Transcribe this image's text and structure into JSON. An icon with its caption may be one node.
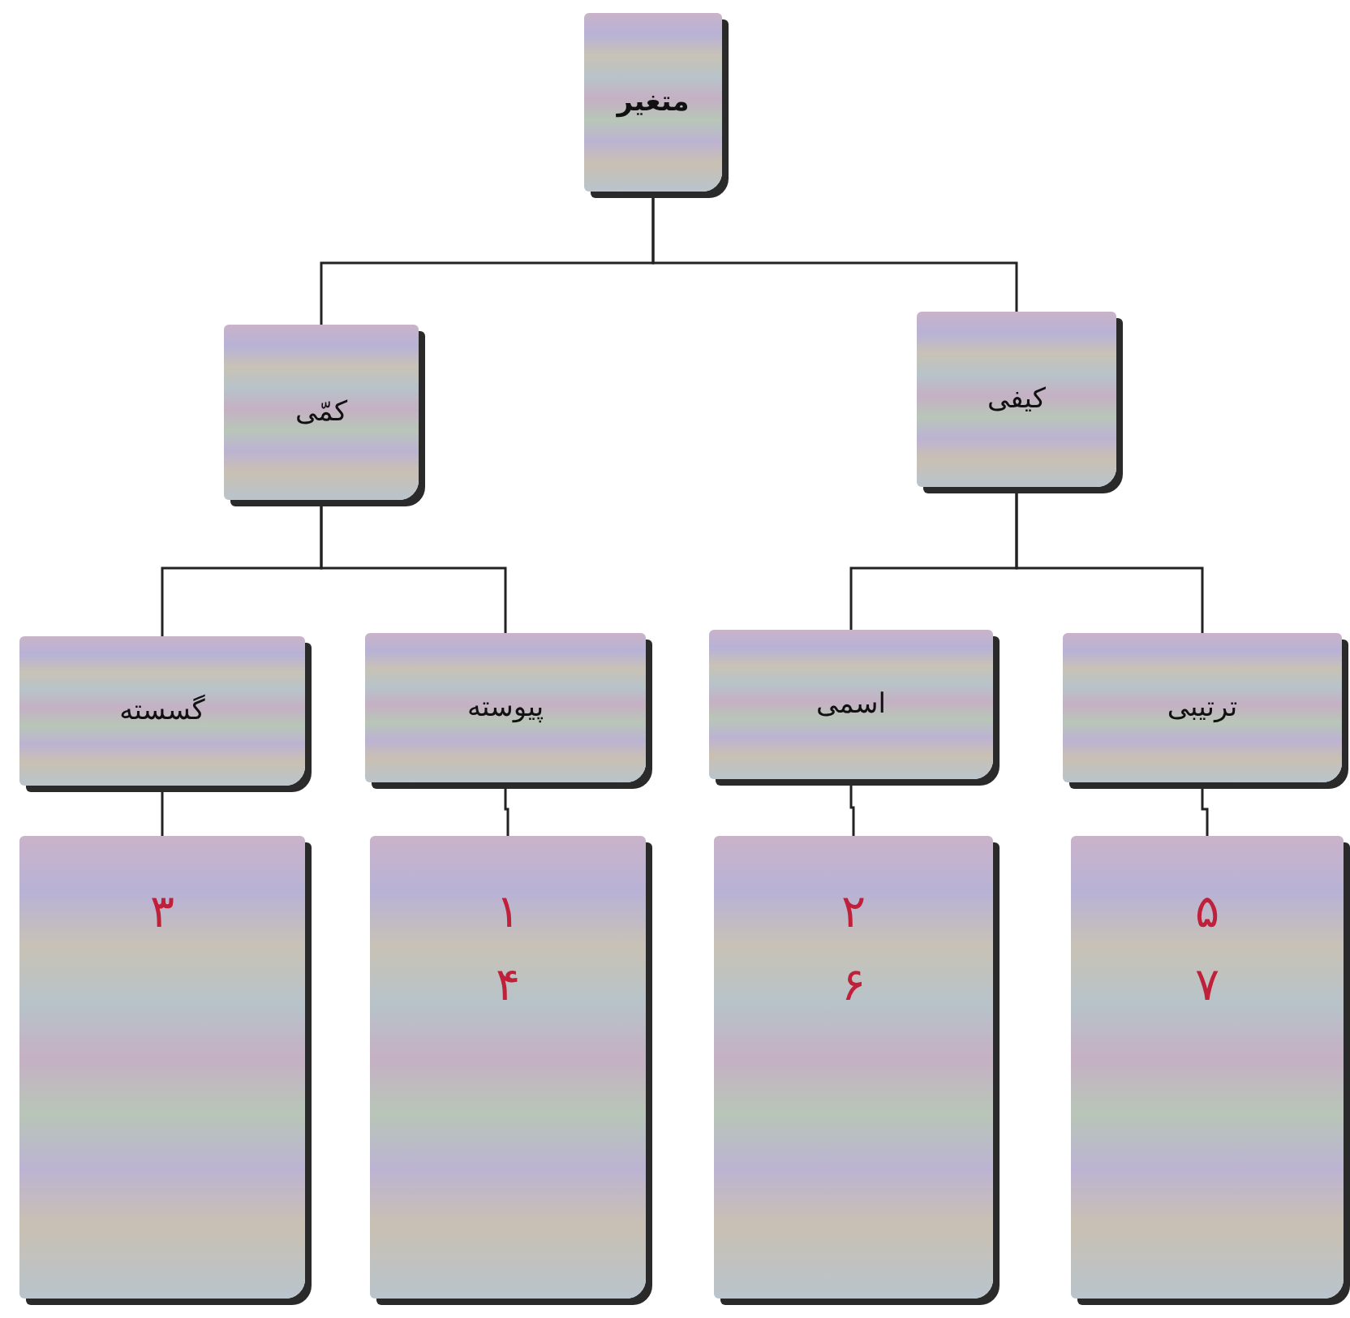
{
  "diagram": {
    "nodes": [
      {
        "text": [
          "متغیر"
        ]
      },
      {
        "text": [
          "کمّی"
        ]
      },
      {
        "text": [
          "کیفی"
        ]
      },
      {
        "text": [
          "گسسته"
        ]
      },
      {
        "text": [
          "پیوسته"
        ]
      },
      {
        "text": [
          "اسمی"
        ]
      },
      {
        "text": [
          "ترتیبی"
        ]
      },
      {
        "text": [
          "۳"
        ]
      },
      {
        "text": [
          "۱",
          "۴"
        ]
      },
      {
        "text": [
          "۲",
          "۶"
        ]
      },
      {
        "text": [
          "۵",
          "۷"
        ]
      }
    ],
    "edges": [
      {
        "from": 0,
        "to": 1,
        "arrow": "none"
      },
      {
        "from": 0,
        "to": 2,
        "arrow": "none"
      },
      {
        "from": 1,
        "to": 3,
        "arrow": "none"
      },
      {
        "from": 1,
        "to": 4,
        "arrow": "none"
      },
      {
        "from": 2,
        "to": 5,
        "arrow": "none"
      },
      {
        "from": 2,
        "to": 6,
        "arrow": "none"
      },
      {
        "from": 3,
        "to": 7,
        "arrow": "none"
      },
      {
        "from": 4,
        "to": 8,
        "arrow": "none"
      },
      {
        "from": 5,
        "to": 9,
        "arrow": "none"
      },
      {
        "from": 6,
        "to": 10,
        "arrow": "none"
      }
    ]
  }
}
